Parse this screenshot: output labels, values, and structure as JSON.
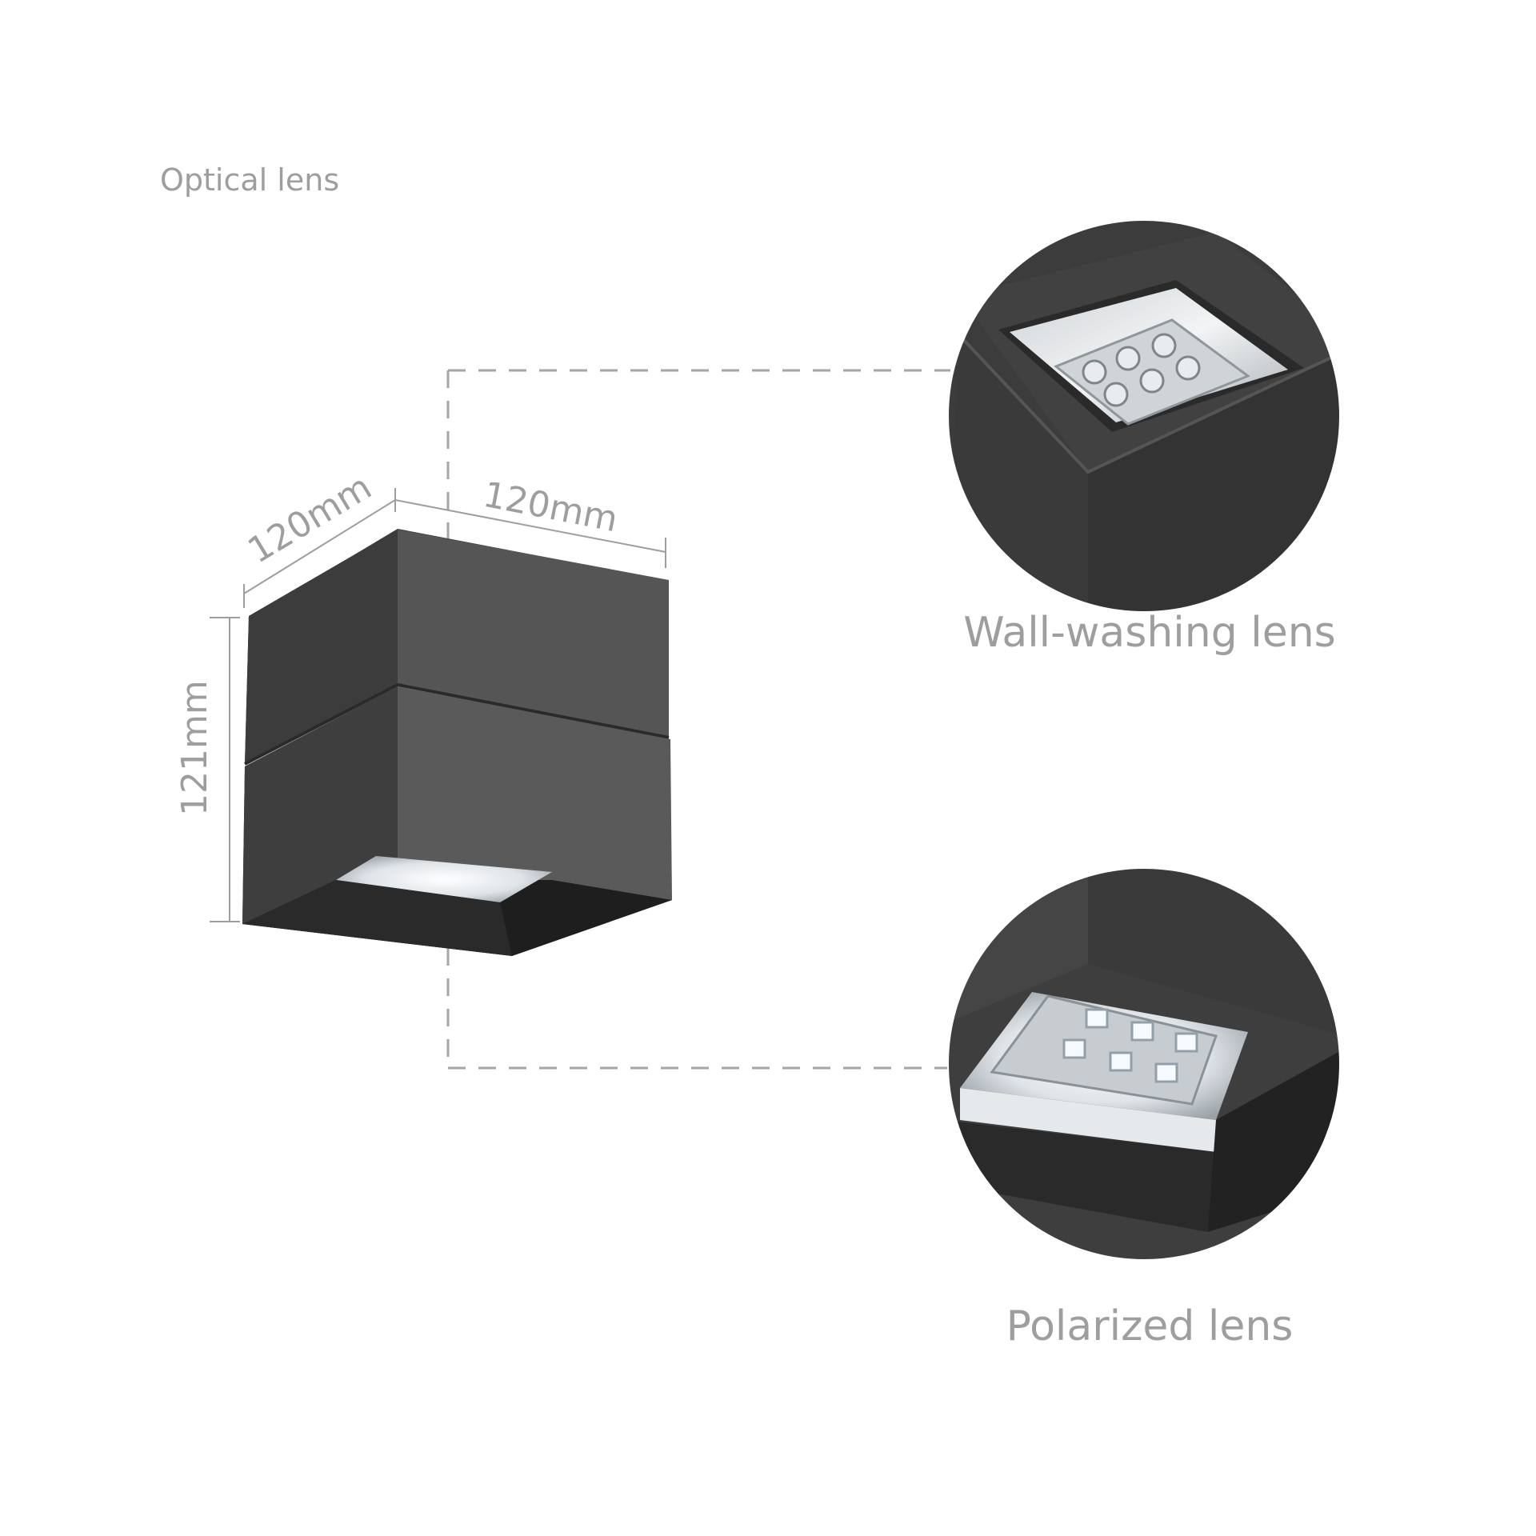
{
  "section_title": "Optical lens",
  "dimensions": {
    "depth": "120mm",
    "width": "120mm",
    "height": "121mm"
  },
  "lenses": [
    {
      "label": "Wall-washing lens"
    },
    {
      "label": "Polarized lens"
    }
  ],
  "colors": {
    "housing_dark": "#3a3a3a",
    "housing_mid": "#4a4a4a",
    "housing_light": "#5a5a5a",
    "label_gray": "#9e9e9e",
    "guide_dash": "#a6a6a6"
  }
}
